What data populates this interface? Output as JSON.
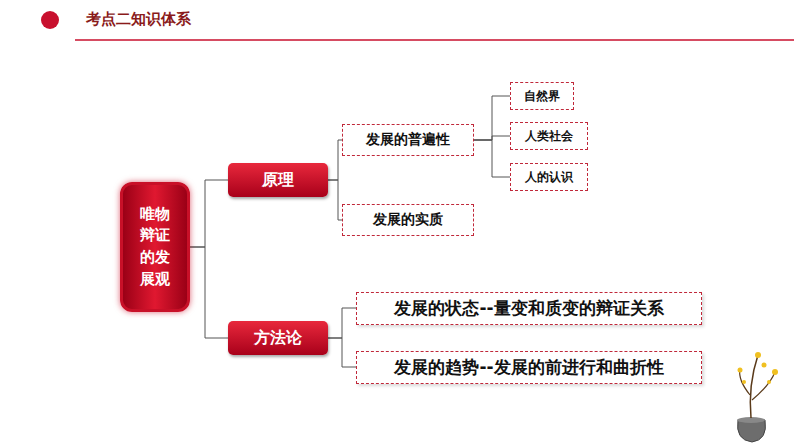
{
  "diagram": {
    "title": "考点二知识体系",
    "nodes": [
      {
        "text": [
          "唯物辩证的发展观"
        ]
      },
      {
        "text": [
          "原理"
        ]
      },
      {
        "text": [
          "方法论"
        ]
      },
      {
        "text": [
          "发展的普遍性"
        ]
      },
      {
        "text": [
          "发展的实质"
        ]
      },
      {
        "text": [
          "自然界"
        ]
      },
      {
        "text": [
          "人类社会"
        ]
      },
      {
        "text": [
          "人的认识"
        ]
      },
      {
        "text": [
          "发展的状态--量变和质变的辩证关系"
        ]
      },
      {
        "text": [
          "发展的趋势--发展的前进行和曲折性"
        ]
      }
    ],
    "edges": [
      {
        "from": 0,
        "to": 1,
        "arrow": "none"
      },
      {
        "from": 0,
        "to": 2,
        "arrow": "none"
      },
      {
        "from": 1,
        "to": 3,
        "arrow": "none"
      },
      {
        "from": 1,
        "to": 4,
        "arrow": "none"
      },
      {
        "from": 3,
        "to": 5,
        "arrow": "none"
      },
      {
        "from": 3,
        "to": 6,
        "arrow": "none"
      },
      {
        "from": 3,
        "to": 7,
        "arrow": "none"
      },
      {
        "from": 2,
        "to": 8,
        "arrow": "none"
      },
      {
        "from": 2,
        "to": 9,
        "arrow": "none"
      }
    ]
  }
}
